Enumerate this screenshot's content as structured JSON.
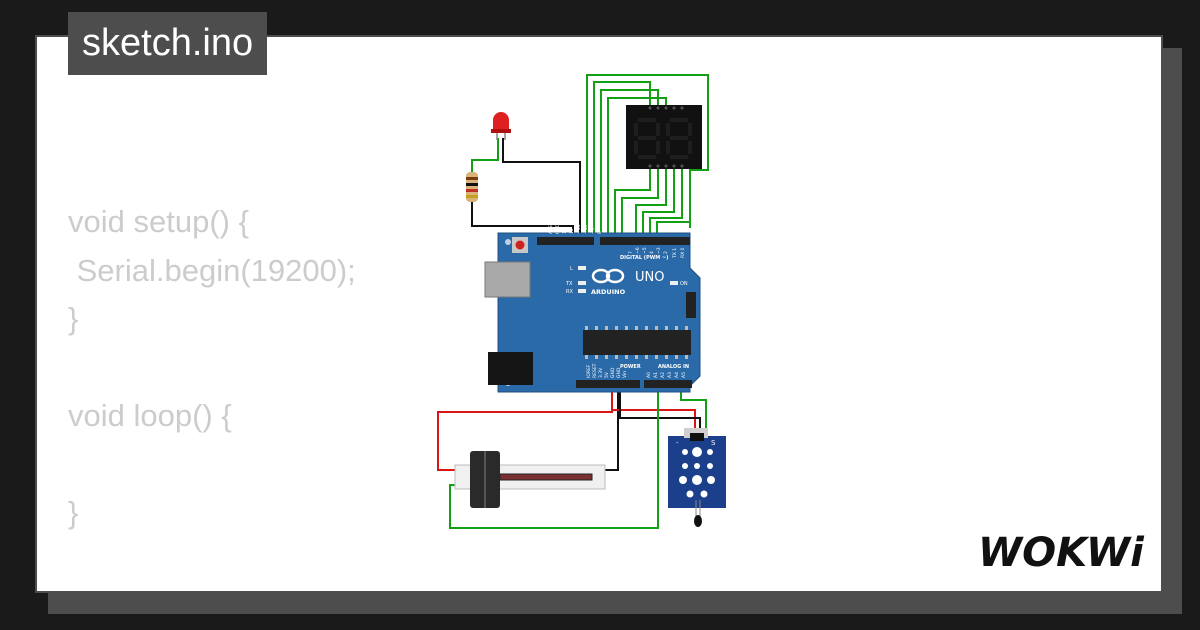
{
  "title": "sketch.ino",
  "code_lines": [
    "void setup() {",
    " Serial.begin(19200);",
    "}",
    "",
    "void loop() {",
    "",
    "}"
  ],
  "logo": "WOKWi",
  "board": {
    "name": "UNO",
    "brand": "ARDUINO",
    "digital_label": "DIGITAL (PWM ~)",
    "power_label": "POWER",
    "analog_label": "ANALOG IN",
    "led_l": "L",
    "led_tx": "TX",
    "led_rx": "RX",
    "on_label": "ON",
    "top_pins": [
      "AREF",
      "GND",
      "13",
      "12",
      "~11",
      "~10",
      "~9",
      "8",
      "7",
      "~6",
      "~5",
      "4",
      "~3",
      "2",
      "TX 1",
      "RX 0"
    ],
    "bottom_pins": [
      "IOREF",
      "RESET",
      "3.3V",
      "5V",
      "GND",
      "GND",
      "Vin",
      "A0",
      "A1",
      "A2",
      "A3",
      "A4",
      "A5"
    ]
  },
  "sensor_module": {
    "minus": "-",
    "signal": "S"
  },
  "colors": {
    "wire_green": "#14a014",
    "wire_red": "#d91515",
    "wire_black": "#111111",
    "board_blue": "#2b6aa8"
  }
}
